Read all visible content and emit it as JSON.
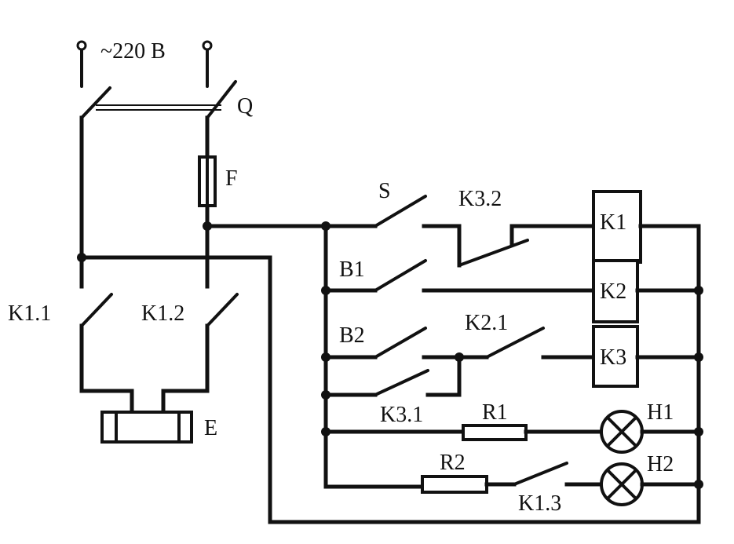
{
  "diagram": {
    "supply_label": "~220 В",
    "labels": {
      "main_switch": "Q",
      "fuse": "F",
      "switch_s": "S",
      "contact_k3_2": "K3.2",
      "relay_k1": "K1",
      "relay_k2": "K2",
      "relay_k3": "K3",
      "switch_b1": "B1",
      "switch_b2": "B2",
      "contact_k2_1": "K2.1",
      "contact_k3_1": "K3.1",
      "resistor_r1": "R1",
      "resistor_r2": "R2",
      "lamp_h1": "H1",
      "lamp_h2": "H2",
      "contact_k1_3": "K1.3",
      "contact_k1_1": "K1.1",
      "contact_k1_2": "K1.2",
      "heater_e": "E"
    }
  }
}
